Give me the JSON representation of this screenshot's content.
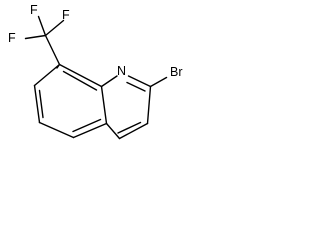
{
  "molecule": {
    "atom_labels": {
      "fluorine_top_left": "F",
      "fluorine_top_right": "F",
      "fluorine_left": "F",
      "nitrogen": "N",
      "bromine": "Br"
    }
  }
}
